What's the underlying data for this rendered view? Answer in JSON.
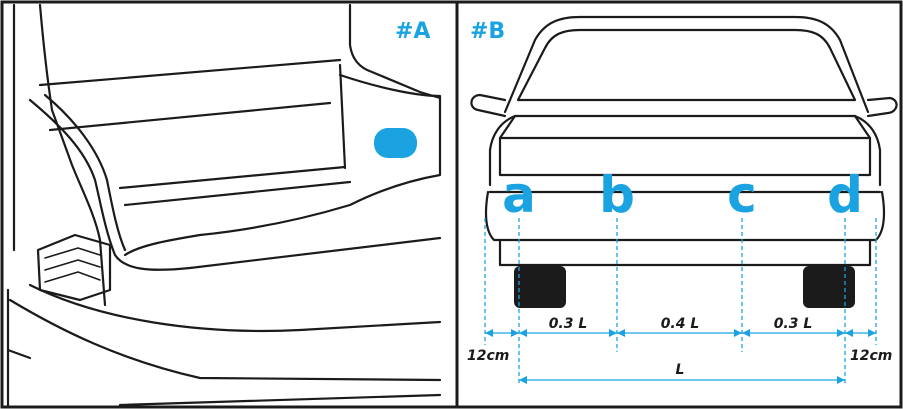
{
  "panels": {
    "a": {
      "label": "#A"
    },
    "b": {
      "label": "#B"
    }
  },
  "points": [
    "a",
    "b",
    "c",
    "d"
  ],
  "dimensions": {
    "seg1": "0.3 L",
    "seg2": "0.4 L",
    "seg3": "0.3 L",
    "left_margin": "12cm",
    "right_margin": "12cm",
    "total": "L"
  },
  "colors": {
    "accent": "#1aa3e0",
    "ink": "#1b1b1b"
  }
}
